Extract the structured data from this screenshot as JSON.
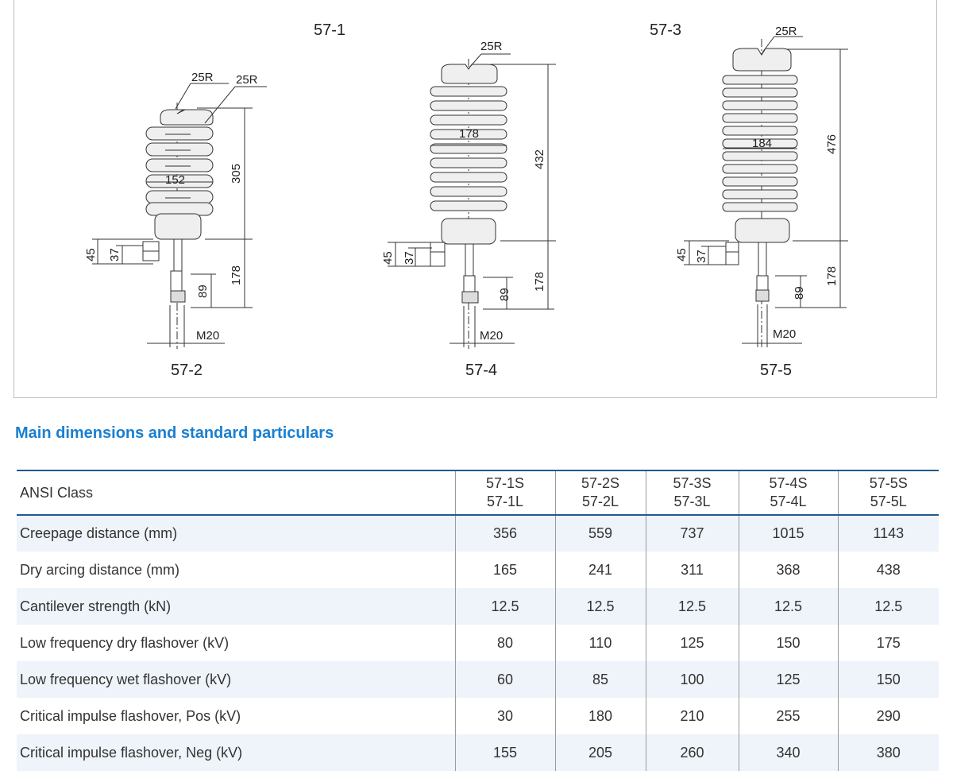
{
  "drawing": {
    "labels": {
      "fig_57_1": "57-1",
      "fig_57_3": "57-3",
      "fig_57_2": "57-2",
      "fig_57_4": "57-4",
      "fig_57_5": "57-5"
    },
    "insulator_a": {
      "r1": "25R",
      "r2": "25R",
      "width": "152",
      "height": "305",
      "dim_45": "45",
      "dim_37": "37",
      "base": "178",
      "stud": "89",
      "thread": "M20"
    },
    "insulator_b": {
      "r1": "25R",
      "width": "178",
      "height": "432",
      "dim_45": "45",
      "dim_37": "37",
      "base": "178",
      "stud": "89",
      "thread": "M20"
    },
    "insulator_c": {
      "r1": "25R",
      "width": "184",
      "height": "476",
      "dim_45": "45",
      "dim_37": "37",
      "base": "178",
      "stud": "89",
      "thread": "M20"
    }
  },
  "section": {
    "title": "Main dimensions and standard particulars"
  },
  "table": {
    "header": {
      "label": "ANSI Class",
      "columns": [
        {
          "line1": "57-1S",
          "line2": "57-1L"
        },
        {
          "line1": "57-2S",
          "line2": "57-2L"
        },
        {
          "line1": "57-3S",
          "line2": "57-3L"
        },
        {
          "line1": "57-4S",
          "line2": "57-4L"
        },
        {
          "line1": "57-5S",
          "line2": "57-5L"
        }
      ]
    },
    "rows": [
      {
        "label": "Creepage distance (mm)",
        "values": [
          "356",
          "559",
          "737",
          "1015",
          "1143"
        ]
      },
      {
        "label": "Dry arcing distance (mm)",
        "values": [
          "165",
          "241",
          "311",
          "368",
          "438"
        ]
      },
      {
        "label": "Cantilever strength (kN)",
        "values": [
          "12.5",
          "12.5",
          "12.5",
          "12.5",
          "12.5"
        ]
      },
      {
        "label": "Low frequency dry flashover (kV)",
        "values": [
          "80",
          "110",
          "125",
          "150",
          "175"
        ]
      },
      {
        "label": "Low frequency wet flashover (kV)",
        "values": [
          "60",
          "85",
          "100",
          "125",
          "150"
        ]
      },
      {
        "label": "Critical impulse flashover, Pos (kV)",
        "values": [
          "30",
          "180",
          "210",
          "255",
          "290"
        ]
      },
      {
        "label": "Critical impulse flashover, Neg (kV)",
        "values": [
          "155",
          "205",
          "260",
          "340",
          "380"
        ]
      }
    ]
  }
}
